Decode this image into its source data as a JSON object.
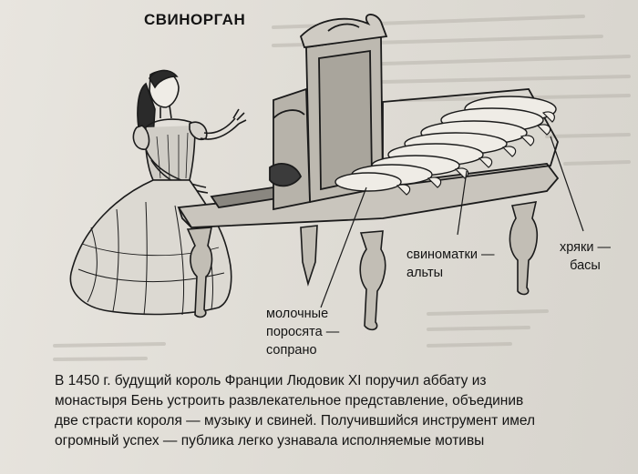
{
  "title": "СВИНОРГАН",
  "labels": {
    "piglets": [
      "молочные",
      "поросята —",
      "сопрано"
    ],
    "sows": [
      "свиноматки —",
      "альты"
    ],
    "boars": [
      "хряки —",
      "басы"
    ]
  },
  "caption": [
    "В 1450 г. будущий король Франции Людовик XI поручил аббату из",
    "монастыря Бень устроить развлекательное представление, объединив",
    "две страсти короля — музыку и свиней. Получившийся инструмент имел",
    "огромный успех — публика легко узнавала исполняемые мотивы"
  ]
}
